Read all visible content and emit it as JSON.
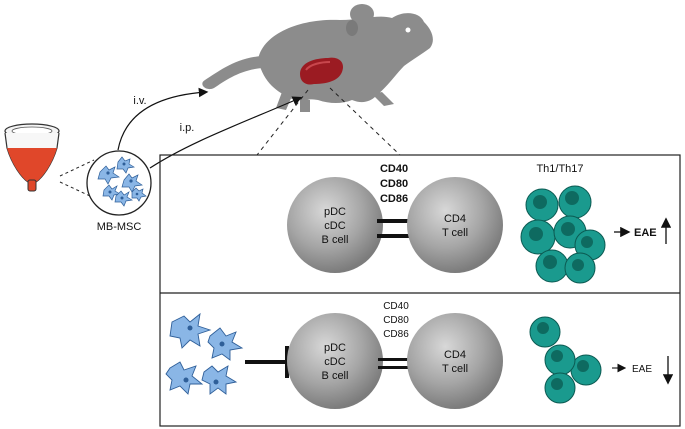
{
  "routes": {
    "iv": "i.v.",
    "ip": "i.p."
  },
  "source_label": "MB-MSC",
  "top_panel": {
    "apc_lines": [
      "pDC",
      "cDC",
      "B cell"
    ],
    "tcell_lines": [
      "CD4",
      "T cell"
    ],
    "costim": [
      "CD40",
      "CD80",
      "CD86"
    ],
    "th_label": "Th1/Th17",
    "outcome": "EAE",
    "arrow_direction": "up"
  },
  "bottom_panel": {
    "apc_lines": [
      "pDC",
      "cDC",
      "B cell"
    ],
    "tcell_lines": [
      "CD4",
      "T cell"
    ],
    "costim": [
      "CD40",
      "CD80",
      "CD86"
    ],
    "outcome": "EAE",
    "arrow_direction": "down"
  },
  "colors": {
    "mouse": "#8c8c8c",
    "spleen": "#9b1b22",
    "teal_cell": "#1a9a8e",
    "teal_nucleus": "#0e6a60",
    "msc_cell": "#8ab6e6",
    "blood": "#e0472a",
    "grey_cell": "#9a9a9a"
  }
}
